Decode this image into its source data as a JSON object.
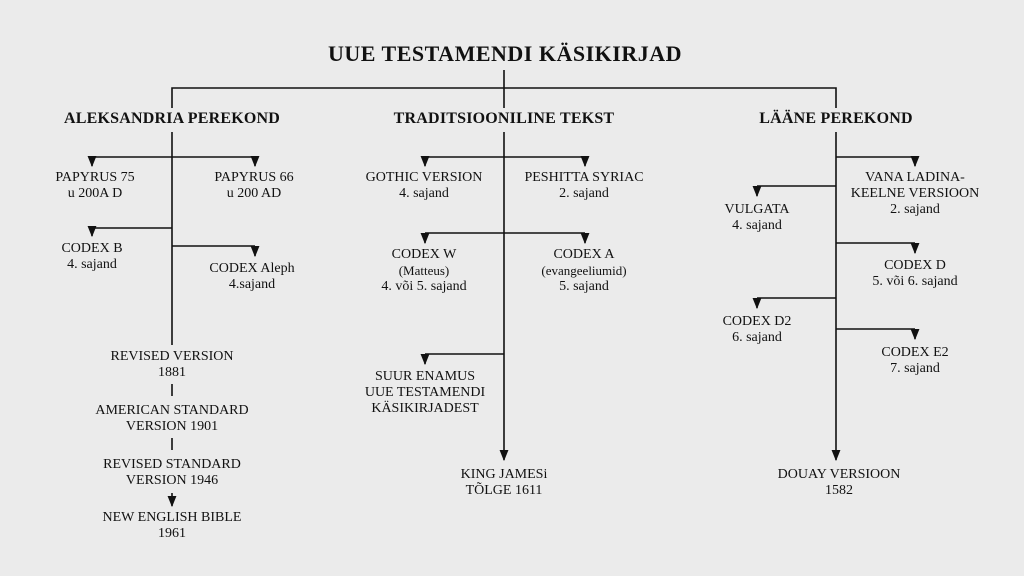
{
  "title": "UUE TESTAMENDI KÄSIKIRJAD",
  "columns": {
    "alexandria": {
      "heading": "ALEKSANDRIA PEREKOND",
      "papyrus75": [
        "PAPYRUS 75",
        "u 200A D"
      ],
      "papyrus66": [
        "PAPYRUS 66",
        "u 200 AD"
      ],
      "codex_b": [
        "CODEX B",
        "4. sajand"
      ],
      "codex_aleph": [
        "CODEX Aleph",
        "4.sajand"
      ],
      "revised_version": [
        "REVISED VERSION",
        "1881"
      ],
      "american_standard": [
        "AMERICAN STANDARD",
        "VERSION 1901"
      ],
      "revised_standard": [
        "REVISED STANDARD",
        "VERSION 1946"
      ],
      "new_english": [
        "NEW ENGLISH BIBLE",
        "1961"
      ]
    },
    "traditional": {
      "heading": "TRADITSIOONILINE TEKST",
      "gothic": [
        "GOTHIC VERSION",
        "4. sajand"
      ],
      "peshitta": [
        "PESHITTA SYRIAC",
        "2. sajand"
      ],
      "codex_w": [
        "CODEX W",
        "(Matteus)",
        "4. või 5. sajand"
      ],
      "codex_a": [
        "CODEX A",
        "(evangeeliumid)",
        "5. sajand"
      ],
      "majority": [
        "SUUR ENAMUS",
        "UUE TESTAMENDI",
        "KÄSIKIRJADEST"
      ],
      "king_james": [
        "KING JAMESi",
        "TÕLGE 1611"
      ]
    },
    "western": {
      "heading": "LÄÄNE PEREKOND",
      "old_latin": [
        "VANA LADINA-",
        "KEELNE VERSIOON",
        "2. sajand"
      ],
      "vulgata": [
        "VULGATA",
        "4. sajand"
      ],
      "codex_d": [
        "CODEX D",
        "5. või 6. sajand"
      ],
      "codex_d2": [
        "CODEX D2",
        "6. sajand"
      ],
      "codex_e2": [
        "CODEX E2",
        "7. sajand"
      ],
      "douay": [
        "DOUAY VERSIOON",
        "1582"
      ]
    }
  }
}
